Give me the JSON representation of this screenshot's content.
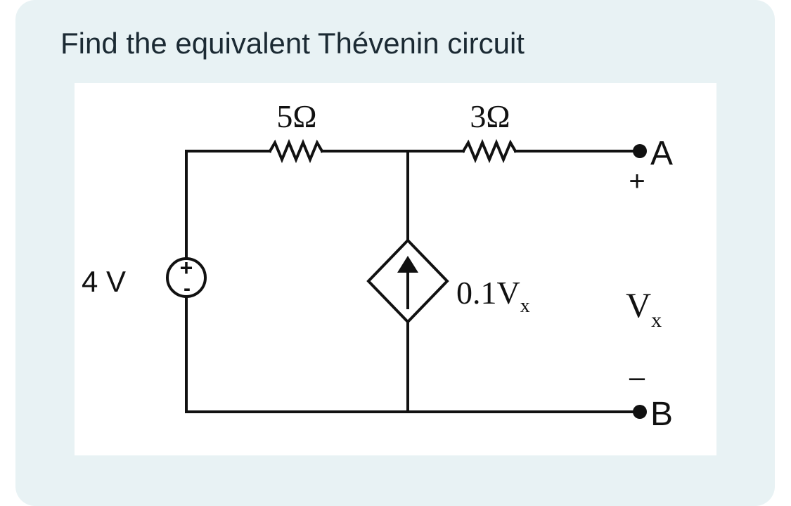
{
  "question": "Find the equivalent Thévenin circuit",
  "circuit": {
    "voltage_source": {
      "value": "4 V",
      "plus": "+",
      "minus": "-"
    },
    "resistor_left": {
      "value": "5Ω"
    },
    "resistor_right": {
      "value": "3Ω"
    },
    "dependent_source": {
      "gain": "0.1V",
      "subscript": "x"
    },
    "terminal_a": {
      "label": "A",
      "plus": "+"
    },
    "terminal_b": {
      "label": "B",
      "minus": "–"
    },
    "vx": {
      "symbol": "V",
      "subscript": "x"
    }
  }
}
